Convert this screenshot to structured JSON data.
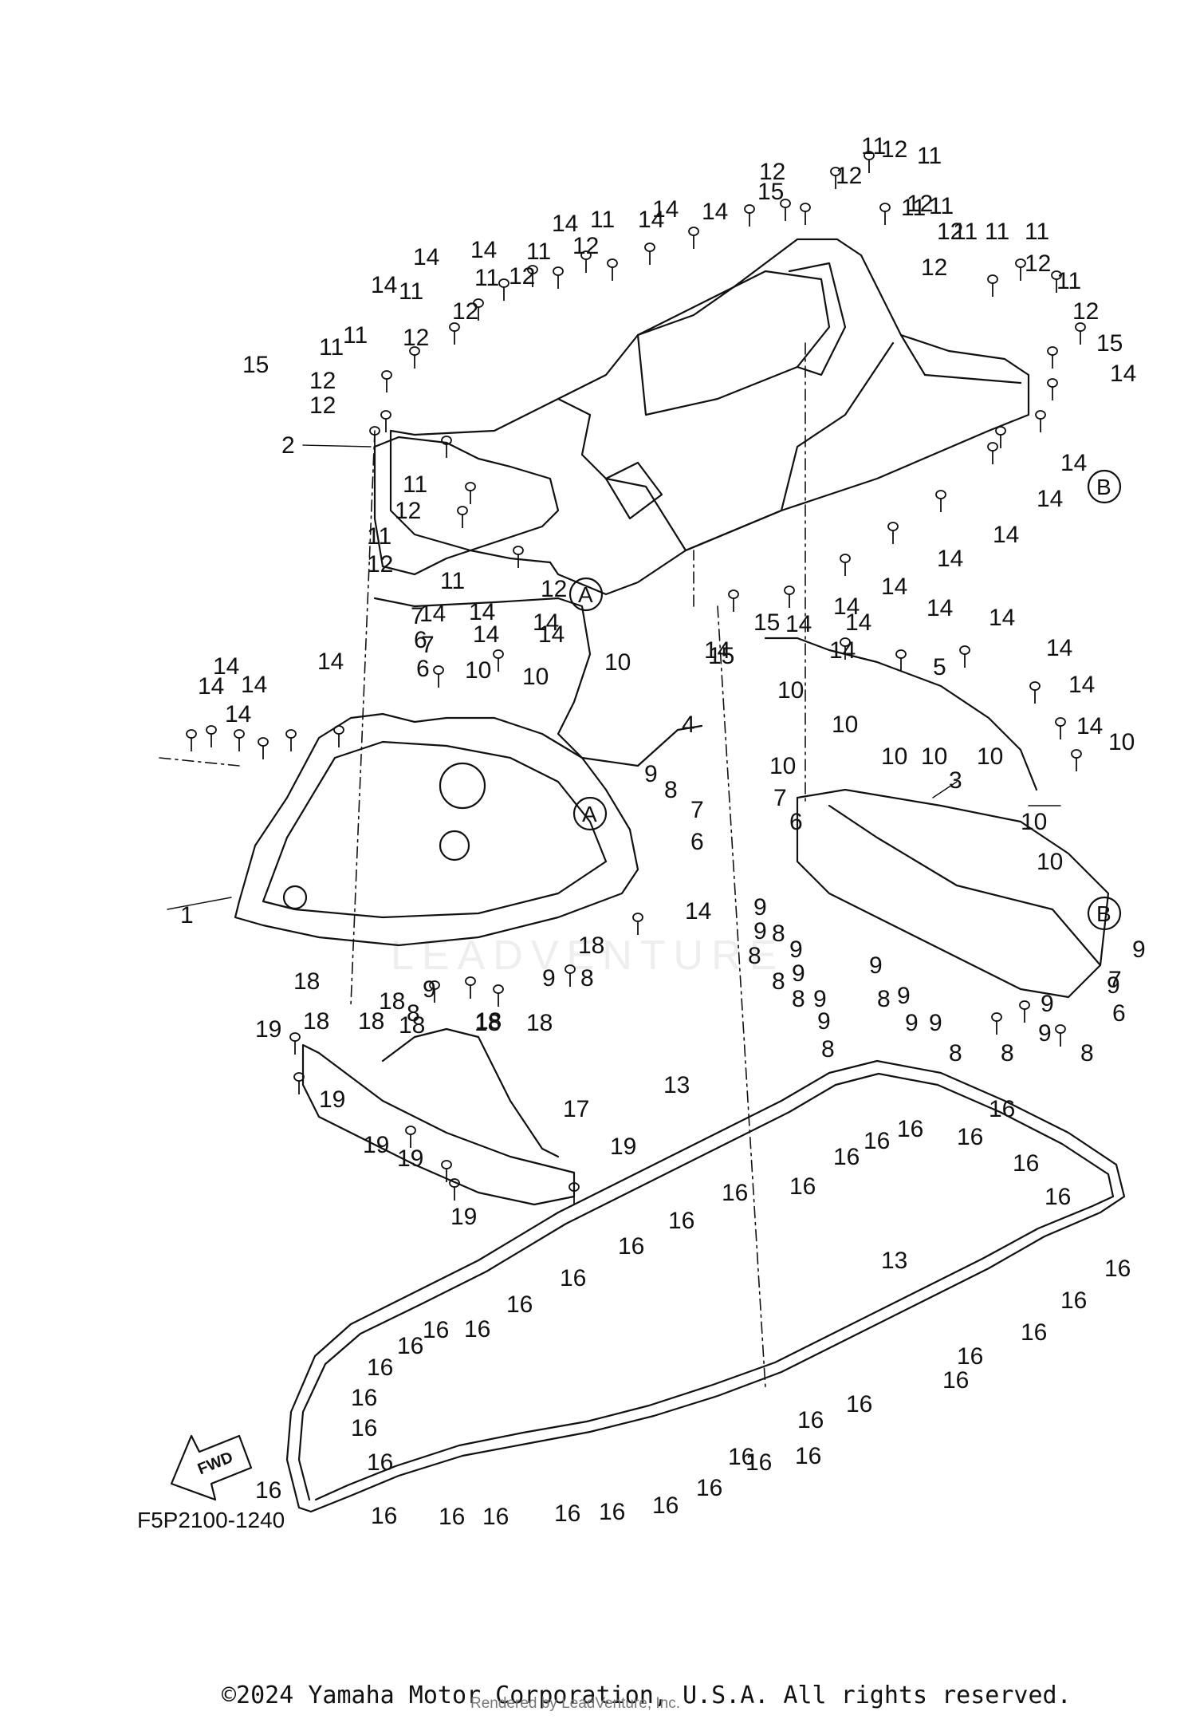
{
  "diagram": {
    "part_code": "F5P2100-1240",
    "fwd_label": "FWD",
    "copyright": "©2024 Yamaha Motor Corporation, U.S.A. All rights reserved.",
    "rendered_by": "Rendered by LeadVenture, Inc.",
    "watermark": "LEADVENTURE",
    "reference_marks": [
      "A",
      "B"
    ],
    "part_numbers": [
      "1",
      "2",
      "3",
      "4",
      "5",
      "6",
      "7",
      "8",
      "9",
      "10",
      "11",
      "12",
      "13",
      "14",
      "15",
      "16",
      "17",
      "18",
      "19"
    ]
  }
}
